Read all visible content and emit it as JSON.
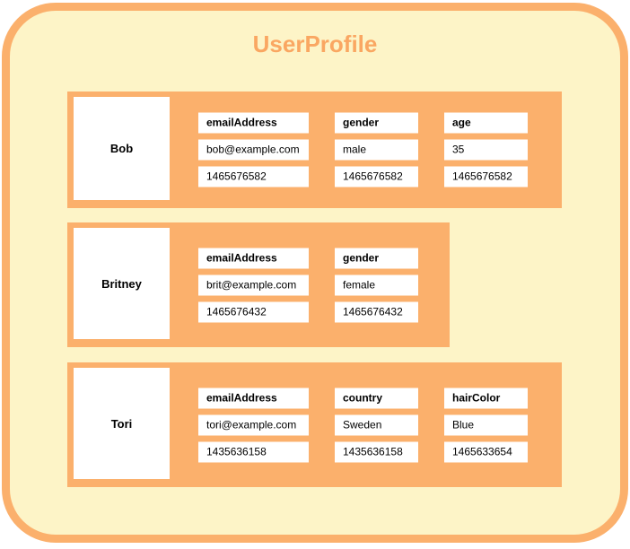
{
  "title": "UserProfile",
  "colors": {
    "accent_orange": "#FBB06C",
    "title_orange": "#FAA762",
    "panel_cream": "#FDF4C7",
    "cell_white": "#FFFFFF",
    "text_black": "#000000"
  },
  "rows": [
    {
      "name": "Bob",
      "columns": [
        {
          "header": "emailAddress",
          "value": "bob@example.com",
          "timestamp": "1465676582"
        },
        {
          "header": "gender",
          "value": "male",
          "timestamp": "1465676582"
        },
        {
          "header": "age",
          "value": "35",
          "timestamp": "1465676582"
        }
      ]
    },
    {
      "name": "Britney",
      "columns": [
        {
          "header": "emailAddress",
          "value": "brit@example.com",
          "timestamp": "1465676432"
        },
        {
          "header": "gender",
          "value": "female",
          "timestamp": "1465676432"
        }
      ]
    },
    {
      "name": "Tori",
      "columns": [
        {
          "header": "emailAddress",
          "value": "tori@example.com",
          "timestamp": "1435636158"
        },
        {
          "header": "country",
          "value": "Sweden",
          "timestamp": "1435636158"
        },
        {
          "header": "hairColor",
          "value": "Blue",
          "timestamp": "1465633654"
        }
      ]
    }
  ]
}
